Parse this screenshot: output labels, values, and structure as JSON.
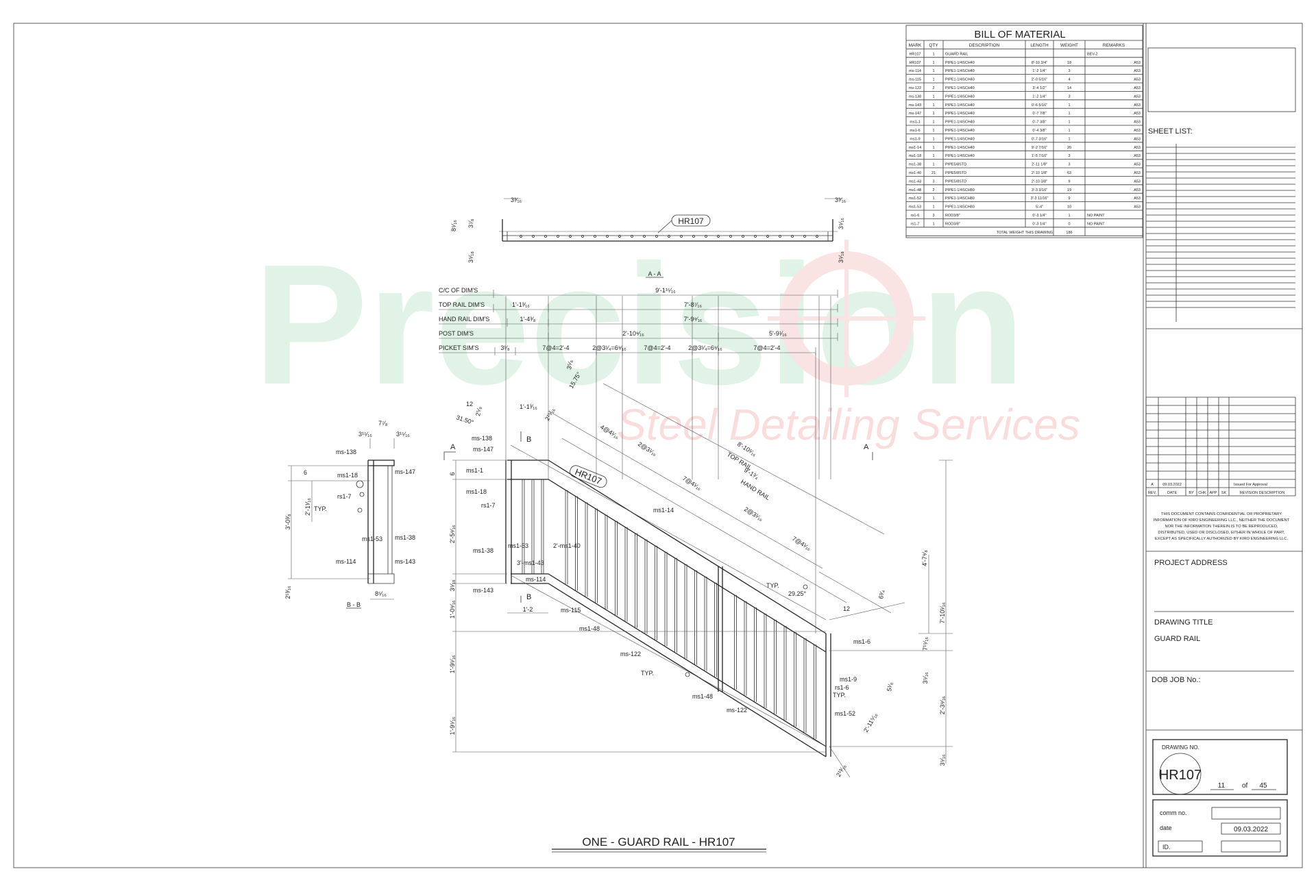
{
  "watermark": {
    "brand": "Precision",
    "tagline": "Steel Detailing Services",
    "brand_color": "#1aa64a",
    "accent_color": "#e0302e"
  },
  "bom": {
    "title": "BILL OF MATERIAL",
    "headers": [
      "MARK",
      "QTY",
      "DESCRIPTION",
      "LENGTH",
      "WEIGHT",
      "REMARKS"
    ],
    "rows": [
      [
        "HR107",
        "1",
        "GUARD RAIL",
        "",
        "",
        "BEV-2"
      ],
      [
        "HR107",
        "1",
        "PIPE1-1/4SCH40",
        "8'-10 3/4\"",
        "18",
        "A53"
      ],
      [
        "ms-114",
        "1",
        "PIPE1-1/4SCH40",
        "1'-2 1/4\"",
        "3",
        "A53"
      ],
      [
        "ms-115",
        "1",
        "PIPE1-1/4SCH40",
        "2'-0 5/16\"",
        "4",
        "A53"
      ],
      [
        "ms-122",
        "2",
        "PIPE1-1/4SCH40",
        "3'-4 1/2\"",
        "14",
        "A53"
      ],
      [
        "ms-138",
        "1",
        "PIPE1-1/4SCH40",
        "1'-2 1/4\"",
        "3",
        "A53"
      ],
      [
        "ms-143",
        "1",
        "PIPE1-1/4SCH40",
        "0'-6 5/16\"",
        "1",
        "A53"
      ],
      [
        "ms-147",
        "1",
        "PIPE1-1/4SCH40",
        "0'-7 7/8\"",
        "1",
        "A53"
      ],
      [
        "ms1-1",
        "1",
        "PIPE1-1/4SCH40",
        "0'-7 3/8\"",
        "1",
        "A53"
      ],
      [
        "ms1-6",
        "1",
        "PIPE1-1/4SCH40",
        "0'-4 3/8\"",
        "1",
        "A53"
      ],
      [
        "ms1-9",
        "1",
        "PIPE1-1/4SCH40",
        "0'-7 3/16\"",
        "1",
        "A53"
      ],
      [
        "ms1-14",
        "1",
        "PIPE1-1/4SCH40",
        "9'-2 7/16\"",
        "20",
        "A53"
      ],
      [
        "ms1-18",
        "1",
        "PIPE1-1/4SCH40",
        "1'-5 7/16\"",
        "3",
        "A53"
      ],
      [
        "ms1-38",
        "1",
        "PIPE5/8STD",
        "2'-11 1/8\"",
        "3",
        "A53"
      ],
      [
        "ms1-40",
        "21",
        "PIPE5/8STD",
        "2'-10 1/8\"",
        "63",
        "A53"
      ],
      [
        "ms1-43",
        "3",
        "PIPE5/8STD",
        "2'-10 3/8\"",
        "9",
        "A53"
      ],
      [
        "ms1-48",
        "2",
        "PIPE1-1/4SCH80",
        "3'-3 3/16\"",
        "19",
        "A53"
      ],
      [
        "ms1-52",
        "1",
        "PIPE1-1/4SCH80",
        "3'-3 11/16\"",
        "9",
        "A53"
      ],
      [
        "ms1-53",
        "1",
        "PIPE1-1/4SCH80",
        "5'-4\"",
        "10",
        "A53"
      ],
      [
        "rs1-6",
        "3",
        "ROD3/8\"",
        "0'-3 1/4\"",
        "1",
        "NO PAINT"
      ],
      [
        "rs1-7",
        "1",
        "ROD3/8\"",
        "0'-3 1/4\"",
        "0",
        "NO PAINT"
      ]
    ],
    "total_label": "TOTAL WEIGHT THIS DRAWING",
    "total_value": "186"
  },
  "title_block": {
    "sheet_list_label": "SHEET LIST:",
    "revision": {
      "rev": "A",
      "date": "09.03.2022",
      "description": "Issued For Approval"
    },
    "revision_headers": [
      "REV.",
      "DATE",
      "BY",
      "CHK",
      "APP",
      "SK",
      "REVISION DESCRIPTION"
    ],
    "confidential_lines": [
      "THIS DOCUMENT CONTAINS CONFIDENTIAL OR PROPRIETARY",
      "INFORMATION OF KIRO ENGINEERING LLC., NEITHER THE DOCUMENT",
      "NOR THE INFORMATION THEREIN IS TO BE REPRODUCED,",
      "DISTRIBUTED, USED OR DISCLOSED, EITHER IN WHOLE OF PART,",
      "EXCEPT AS SPECIFICALLY AUTHORIZED BY KIRO ENGINEERING LLC."
    ],
    "project_address_label": "PROJECT ADDRESS",
    "drawing_title_label": "DRAWING TITLE",
    "drawing_title": "GUARD RAIL",
    "dob_label": "DOB JOB No.:",
    "drawing_no_label": "DRAWING NO.",
    "drawing_no": "HR107",
    "sheet_num": "11",
    "of_label": "of",
    "sheet_total": "45",
    "comm_label": "comm  no.",
    "date_label": "date",
    "date_value": "09.03.2022",
    "id_label": "ID."
  },
  "section_aa": {
    "label": "A - A",
    "tag": "HR107",
    "dim_left_top": "3³⁄₁₆",
    "dim_right_top": "3³⁄₁₆",
    "dim_left_h1": "8⁵⁄₁₆",
    "dim_left_h2": "3⁷⁄₈",
    "dim_left_h3": "3⁵⁄₁₈",
    "dim_right_h1": "3⁵⁄₁₆",
    "dim_right_h2": "3⁵⁄₁₈"
  },
  "section_bb": {
    "label": "B - B",
    "top1": "7⁷⁄₈",
    "top2": "3¹⁵⁄₁₆",
    "top3": "3¹⁵⁄₁₆",
    "marks": [
      "ms-138",
      "ms-147",
      "ms1-18",
      "rs1-7",
      "TYP.",
      "ms1-53",
      "ms1-38",
      "ms-114",
      "ms-143"
    ],
    "dim_6": "6",
    "dim_h": "2'-1¹⁄₁₆",
    "dim_total": "3'-0³⁄₈",
    "dim_bottom": "2¹³⁄₁₆",
    "dim_base": "8⁵⁄₁₆"
  },
  "elevation": {
    "tag": "HR107",
    "rows": [
      {
        "label": "C/C OF DIM'S",
        "values": [
          "9'-1¹⁵⁄₁₆"
        ]
      },
      {
        "label": "TOP RAIL DIM'S",
        "values": [
          "1'-1³⁄₁₆",
          "7'-8⁷⁄₁₆"
        ]
      },
      {
        "label": "HAND RAIL DIM'S",
        "values": [
          "1'-4³⁄₈",
          "7'-9⁹⁄₁₆"
        ]
      },
      {
        "label": "POST DIM'S",
        "values": [
          "2'-10⁹⁄₁₆",
          "5'-9¹⁄₁₆"
        ]
      },
      {
        "label": "PICKET SIM'S",
        "values": [
          "3¹⁄₈",
          "7@4=2'-4",
          "2@3¹⁄₄=6⁹⁄₁₆",
          "7@4=2'-4",
          "2@3¹⁄₄=6⁹⁄₁₆",
          "7@4=2'-4"
        ]
      }
    ],
    "notes": [
      "12",
      "31.50°",
      "2⁵⁄₈",
      "3⁵⁄₈",
      "15.75°",
      "2¹⁵⁄₁₆",
      "1'-1³⁄₁₆",
      "4@4¹⁄₁₆",
      "2@3¹⁄₁₆",
      "7@4¹⁄₁₆",
      "8'-10¹⁄₁₆",
      "TOP RAIL",
      "9'-1³⁄₄",
      "HAND RAIL",
      "2@3¹⁄₁₆",
      "7@4¹⁄₁₆",
      "29.25°",
      "12",
      "6³⁄₄"
    ],
    "marks": [
      "ms-138",
      "ms-147",
      "ms1-1",
      "ms1-18",
      "rs1-7",
      "ms1-53",
      "3'-ms1-43",
      "2'-ms1-40",
      "ms1-38",
      "ms-114",
      "ms-143",
      "ms1-14",
      "ms-115",
      "ms1-48",
      "ms-122",
      "TYP.",
      "ms1-48",
      "ms-122",
      "ms1-52",
      "ms1-6",
      "ms1-9",
      "rs1-6",
      "TYP.",
      "TYP."
    ],
    "section_letters": [
      "A",
      "A",
      "B",
      "B"
    ],
    "left_dims": [
      "6",
      "2'-5⁹⁄₁₆",
      "3⁵⁄₁₈",
      "1'-0⁹⁄₁₆",
      "1'-9⁵⁄₁₆",
      "1'-9⁵⁄₁₆"
    ],
    "bottom_dim": "1'-2",
    "right_dims": [
      "4'-7⁹⁄₈",
      "7'-10¹⁄₁₆",
      "7¹⁵⁄₁₆",
      "3⁵⁄₁₆",
      "2'-3⁹⁄₁₆",
      "3⁵⁄₁₆"
    ],
    "slope_dims": [
      "5¹⁄₈",
      "2'-11⁵⁄₁₆",
      "2¹³⁄₁₆"
    ]
  },
  "drawing_caption": "ONE - GUARD RAIL - HR107"
}
